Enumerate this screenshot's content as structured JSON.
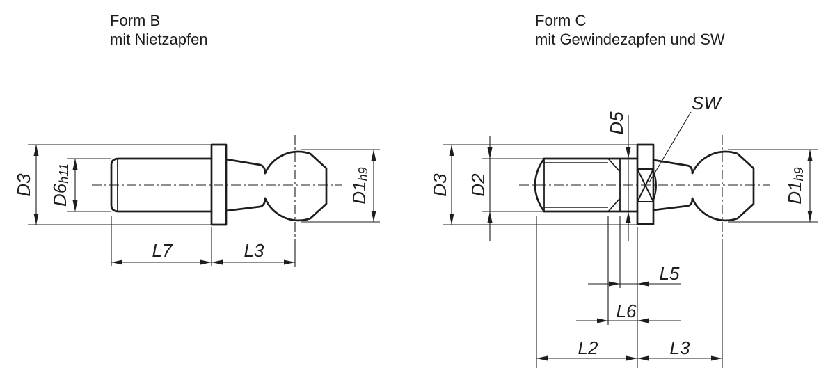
{
  "colors": {
    "ink": "#1d1d1b",
    "background": "#ffffff"
  },
  "form_b": {
    "title_line1": "Form B",
    "title_line2": "mit Nietzapfen",
    "dims": {
      "d3": "D3",
      "d6_main": "D6",
      "d6_sub": "h11",
      "d1_main": "D1",
      "d1_sub": "h9",
      "l7": "L7",
      "l3": "L3"
    }
  },
  "form_c": {
    "title_line1": "Form C",
    "title_line2": "mit Gewindezapfen und SW",
    "dims": {
      "d3": "D3",
      "d2": "D2",
      "d5": "D5",
      "sw": "SW",
      "d1_main": "D1",
      "d1_sub": "h9",
      "l5": "L5",
      "l6": "L6",
      "l2": "L2",
      "l3": "L3"
    }
  }
}
